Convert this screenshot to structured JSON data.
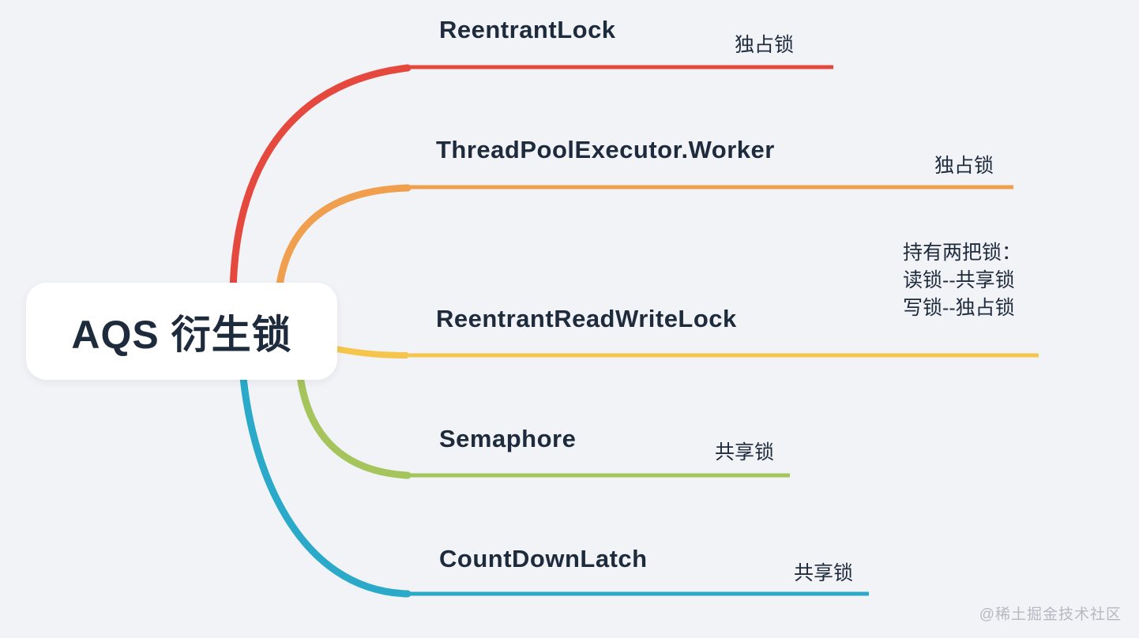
{
  "canvas": {
    "background": "#f2f3f7",
    "text_color": "#1e2b3d"
  },
  "root": {
    "label": "AQS 衍生锁"
  },
  "branches": [
    {
      "label": "ReentrantLock",
      "note": "独占锁",
      "color": "#e5493e"
    },
    {
      "label": "ThreadPoolExecutor.Worker",
      "note": "独占锁",
      "color": "#ef9f4d"
    },
    {
      "label": "ReentrantReadWriteLock",
      "note": "持有两把锁：\n读锁--共享锁\n写锁--独占锁",
      "color": "#f5c64b"
    },
    {
      "label": "Semaphore",
      "note": "共享锁",
      "color": "#a5c45b"
    },
    {
      "label": "CountDownLatch",
      "note": "共享锁",
      "color": "#2aa9c8"
    }
  ],
  "watermark": {
    "label": "@稀土掘金技术社区"
  }
}
